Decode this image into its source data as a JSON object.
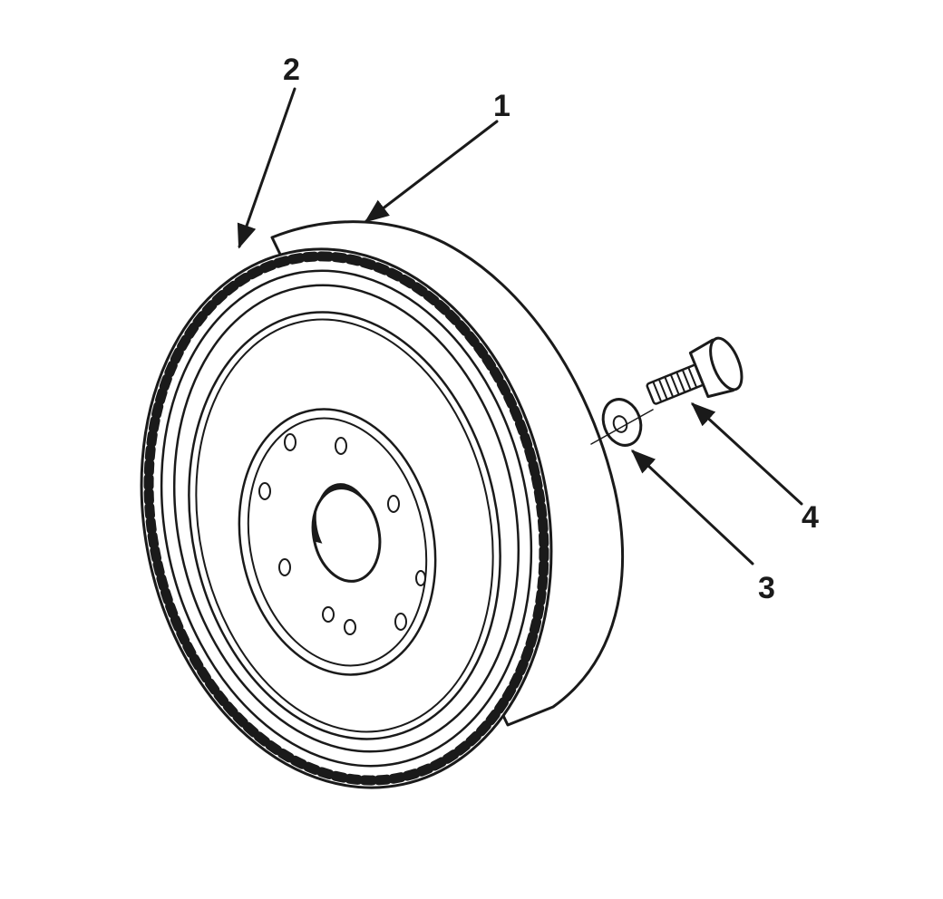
{
  "callouts": [
    {
      "id": "1",
      "label": "1"
    },
    {
      "id": "2",
      "label": "2"
    },
    {
      "id": "3",
      "label": "3"
    },
    {
      "id": "4",
      "label": "4"
    }
  ],
  "colors": {
    "ink": "#1a1a1a",
    "background": "#ffffff"
  }
}
